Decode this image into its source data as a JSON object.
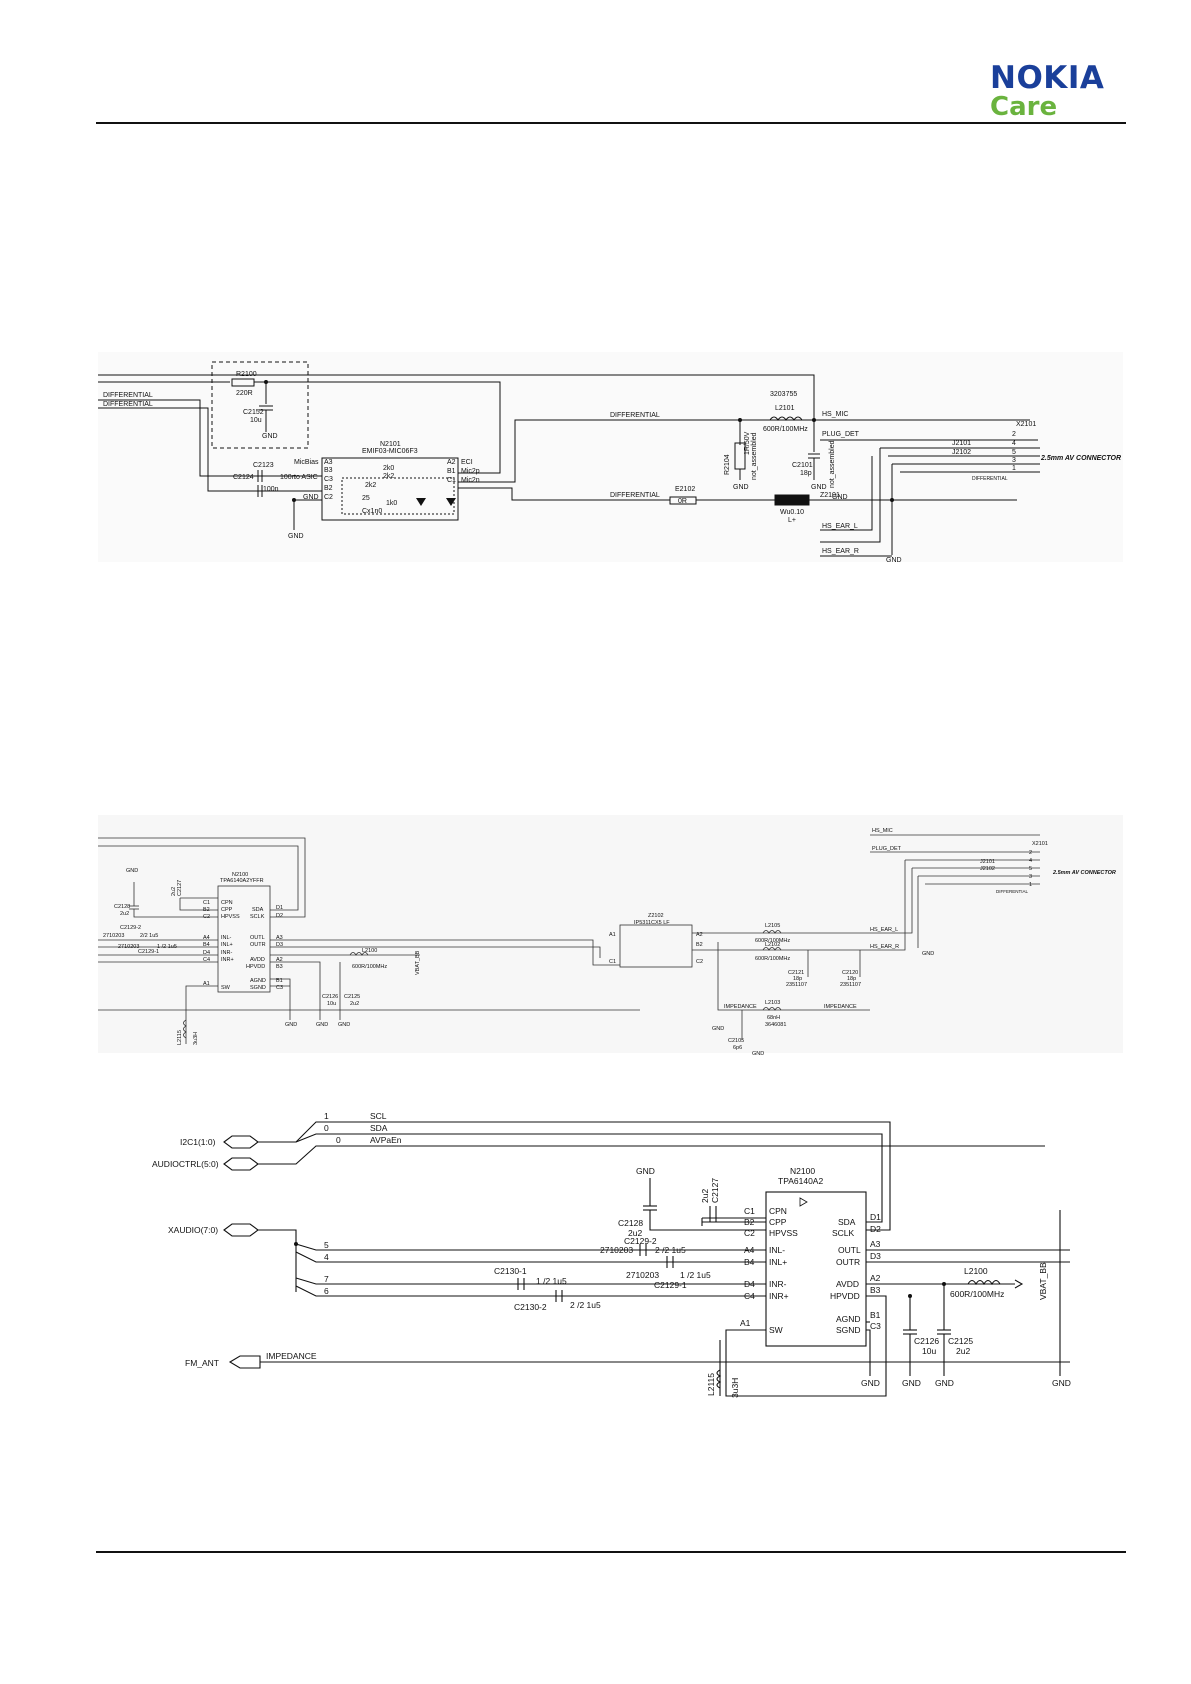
{
  "header": {
    "logo_line1": "NOKIA",
    "logo_line2": "Care"
  },
  "brand_colors": {
    "nokia_blue": "#1a3f9a",
    "care_green": "#6ab33e"
  },
  "diagram1": {
    "labels": {
      "r2100": "R2100",
      "r2100_val": "220R",
      "c2152": "C2152",
      "c2152_val": "10u",
      "gnd_a": "GND",
      "diff1": "DIFFERENTIAL",
      "diff2": "DIFFERENTIAL",
      "c2123": "C2123",
      "c2124": "C2124",
      "c2124_val": "100n",
      "c2123_val": "100n",
      "to_asic": "to ASIC",
      "gnd_b": "GND",
      "n2101": "N2101",
      "n2101_part": "EMIF03-MIC06F3",
      "pin_micbias": "MicBias",
      "pin_a3": "A3",
      "pin_b3": "B3",
      "pin_c3": "C3",
      "pin_b2": "B2",
      "pin_c2": "C2",
      "pin_gnd": "GND",
      "pin_a2": "A2",
      "pin_b1": "B1",
      "pin_c1": "C1",
      "pin_eci": "ECI",
      "pin_micp": "Mic2p",
      "pin_micn": "Mic2n",
      "r_2k0": "2k0",
      "r_2k2a": "2k2",
      "r_2k2b": "2k2",
      "c_25": "25",
      "c_cx": "Cx1n0",
      "r_1k0": "1k0",
      "diff3": "DIFFERENTIAL",
      "diff4": "DIFFERENTIAL",
      "part3203755": "3203755",
      "l2101": "L2101",
      "l2101_val": "600R/100MHz",
      "r2104": "R2104",
      "r2104_val": "1R/50V",
      "not_assembled_a": "not_assembled",
      "gnd_c": "GND",
      "c2101": "C2101",
      "c2101_val": "18p",
      "not_assembled_b": "not_assembled",
      "gnd_d": "GND",
      "e2102": "E2102",
      "e2102_val": "0R",
      "z2101": "Z2101",
      "z2101_val": "Wu0.10",
      "z2101_sub": "L+",
      "hs_mic": "HS_MIC",
      "plug_det": "PLUG_DET",
      "gnd_net": "GND",
      "hs_ear_l": "HS_EAR_L",
      "hs_ear_r": "HS_EAR_R",
      "gnd_e": "GND",
      "x2101": "X2101",
      "j2101": "J2101",
      "j2102": "J2102",
      "conn": "2.5mm AV CONNECTOR",
      "diff_small": "DIFFERENTIAL",
      "pin2": "2",
      "pin4": "4",
      "pin5": "5",
      "pin3": "3",
      "pin1": "1"
    }
  },
  "diagram2": {
    "labels": {
      "gnd_top": "GND",
      "n2100": "N2100",
      "n2100_part": "TPA6140A2YFFR",
      "c2128": "C2128",
      "c2128_val": "2u2",
      "c2127": "C2127",
      "c2127_val": "2u2",
      "c2129_2": "C2129-2",
      "c2129_1": "C2129-1",
      "val_2710203a": "2710203",
      "val_2710203b": "2710203",
      "val_2u5": "2/2 1u5",
      "val_1u5": "1 /2 1u5",
      "p_c1": "C1",
      "p_b2": "B2",
      "p_c2": "C2",
      "p_a4": "A4",
      "p_b4": "B4",
      "p_d4": "D4",
      "p_c4": "C4",
      "p_a1": "A1",
      "cpn": "CPN",
      "cpp": "CPP",
      "hpvss": "HPVSS",
      "inl_m": "INL-",
      "inl_p": "INL+",
      "inr_m": "INR-",
      "inr_p": "INR+",
      "sw": "SW",
      "sda": "SDA",
      "sclk": "SCLK",
      "outl": "OUTL",
      "outr": "OUTR",
      "avdd": "AVDD",
      "hpvdd": "HPVDD",
      "agnd": "AGND",
      "sgnd": "SGND",
      "p_d1": "D1",
      "p_d2": "D2",
      "p_a3": "A3",
      "p_d3": "D3",
      "p_a2": "A2",
      "p_b3": "B3",
      "p_b1": "B1",
      "p_c3": "C3",
      "l2100": "L2100",
      "l2100_val": "600R/100MHz",
      "vbat": "VBAT_BB",
      "c2126": "C2126",
      "c2126_val": "10u",
      "c2125": "C2125",
      "c2125_val": "2u2",
      "gnd1": "GND",
      "gnd2": "GND",
      "gnd3": "GND",
      "l2115": "L2115",
      "l2115_val": "3u3H",
      "z2102": "Z2102",
      "z2102_part": "IP5311CX5 LF",
      "z_a1": "A1",
      "z_c1": "C1",
      "z_a2": "A2",
      "z_b2": "B2",
      "z_c2": "C2",
      "l2105": "L2105",
      "l2105_val": "600R/100MHz",
      "l2102": "L2102",
      "l2102_val": "600R/100MHz",
      "c2121": "C2121",
      "c2121_val": "18p",
      "c2121_part": "2351107",
      "c2120": "C2120",
      "c2120_val": "18p",
      "c2120_part": "2351107",
      "hs_ear_l": "HS_EAR_L",
      "hs_ear_r": "HS_EAR_R",
      "gnd4": "GND",
      "imp1": "IMPEDANCE",
      "imp2": "IMPEDANCE",
      "l2103": "L2103",
      "l2103_val": "68nH",
      "l2103_part": "3646081",
      "gnd5": "GND",
      "c2105": "C2105",
      "c2105_val": "6p6",
      "gnd6": "GND",
      "hs_mic": "HS_MIC",
      "plug_det": "PLUG_DET",
      "x2101": "X2101",
      "j2101": "J2101",
      "j2102": "J2102",
      "conn": "2.5mm AV CONNECTOR",
      "diff": "DIFFERENTIAL",
      "pin2": "2",
      "pin4": "4",
      "pin5": "5",
      "pin3": "3",
      "pin1": "1"
    }
  },
  "diagram3": {
    "labels": {
      "i2c": "I2C1(1:0)",
      "audioctrl": "AUDIOCTRL(5:0)",
      "xaudio": "XAUDIO(7:0)",
      "fm_ant": "FM_ANT",
      "b1": "1",
      "b0a": "0",
      "b0b": "0",
      "scl": "SCL",
      "sda_net": "SDA",
      "avpaen": "AVPaEn",
      "b5": "5",
      "b4": "4",
      "b7": "7",
      "b6": "6",
      "gnd_top": "GND",
      "c2128": "C2128",
      "c2128_val": "2u2",
      "c2127": "C2127",
      "c2127_val": "2u2",
      "n2100": "N2100",
      "n2100_part": "TPA6140A2",
      "p_c1": "C1",
      "p_b2": "B2",
      "p_c2": "C2",
      "cpn": "CPN",
      "cpp": "CPP",
      "hpvss": "HPVSS",
      "sda": "SDA",
      "sclk": "SCLK",
      "p_d1": "D1",
      "p_d2": "D2",
      "c2129_2": "C2129-2",
      "v2710203a": "2710203",
      "v2u5a": "2 /2 1u5",
      "v2710203b": "2710203",
      "v1u5a": "1 /2 1u5",
      "c2129_1": "C2129-1",
      "p_a4": "A4",
      "p_b4": "B4",
      "inl_m": "INL-",
      "inl_p": "INL+",
      "outl": "OUTL",
      "outr": "OUTR",
      "p_a3": "A3",
      "p_d3": "D3",
      "c2130_1": "C2130-1",
      "v1u5b": "1 /2 1u5",
      "c2130_2": "C2130-2",
      "v2u5b": "2 /2 1u5",
      "p_d4": "D4",
      "p_c4": "C4",
      "inr_m": "INR-",
      "inr_p": "INR+",
      "avdd": "AVDD",
      "hpvdd": "HPVDD",
      "p_a2": "A2",
      "p_b3": "B3",
      "l2100": "L2100",
      "l2100_val": "600R/100MHz",
      "vbat": "VBAT_BB",
      "p_a1": "A1",
      "sw": "SW",
      "agnd": "AGND",
      "sgnd": "SGND",
      "p_b1": "B1",
      "p_c3": "C3",
      "c2126": "C2126",
      "c2126_val": "10u",
      "c2125": "C2125",
      "c2125_val": "2u2",
      "impedance": "IMPEDANCE",
      "l2115": "L2115",
      "l2115_val": "3u3H",
      "gnd1": "GND",
      "gnd2": "GND",
      "gnd3": "GND",
      "gnd4": "GND"
    }
  }
}
